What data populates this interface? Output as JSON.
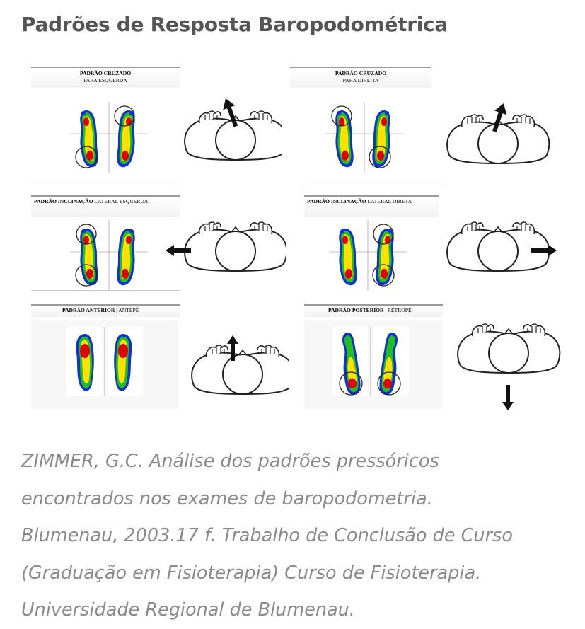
{
  "title": "Padrões de Resposta Baropodométrica",
  "panels": [
    {
      "bold": "PADRÃO CRUZADO",
      "sub": "PARA ESQUERDA"
    },
    {
      "bold": "PADRÃO CRUZADO",
      "sub": "PARA DIREITA"
    },
    {
      "bold": "PADRÃO INCLINAÇÃO",
      "sub": "LATERAL ESQUERDA"
    },
    {
      "bold": "PADRÃO INCLINAÇÃO",
      "sub": "LATERAL DIRETA"
    },
    {
      "bold": "PADRÃO ANTERIOR",
      "sub": "| ANTEPÉ"
    },
    {
      "bold": "PADRÃO POSTERIOR",
      "sub": "| RETROPÉ"
    }
  ],
  "arrow_directions": [
    "up-left",
    "up-right",
    "left",
    "right",
    "up",
    "down"
  ],
  "citation": {
    "lines": [
      "ZIMMER, G.C. Análise dos padrões pressóricos",
      "encontrados nos exames de baropodometria.",
      "Blumenau, 2003.17 f. Trabalho de Conclusão de Curso",
      "(Graduação em Fisioterapia) Curso de Fisioterapia.",
      "Universidade Regional de Blumenau."
    ]
  },
  "colors": {
    "title": "#555555",
    "citation": "#8a8a8a",
    "pressure_high": "#e00000",
    "pressure_mid": "#ffe000",
    "pressure_low": "#20c020",
    "pressure_edge": "#1030d0"
  }
}
